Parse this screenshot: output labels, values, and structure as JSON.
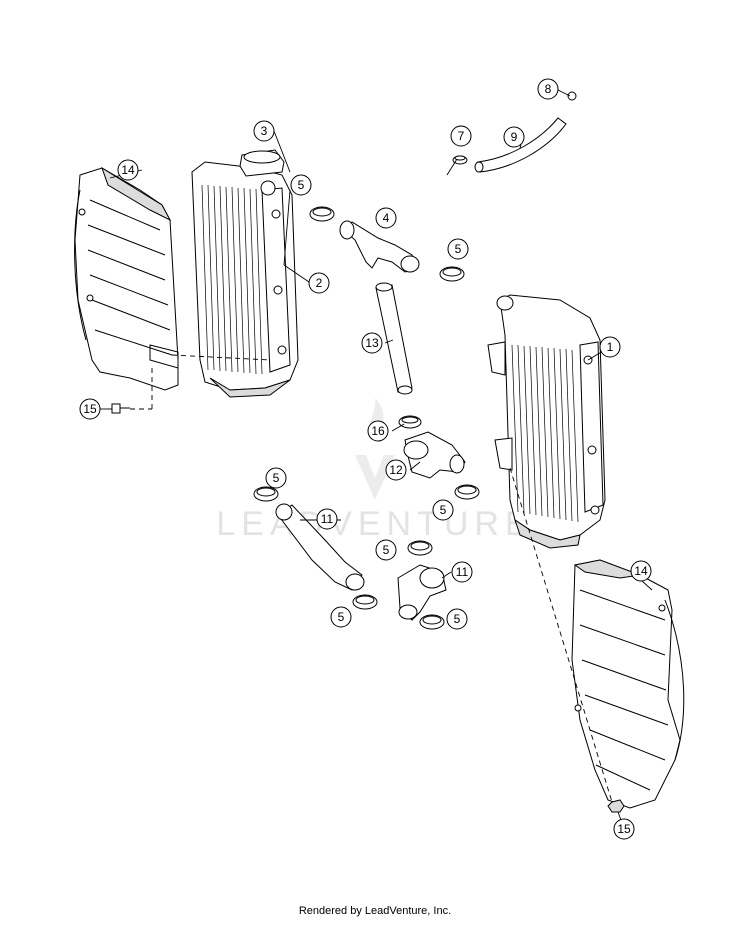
{
  "watermark": {
    "text": "LEADVENTURE"
  },
  "footer": {
    "text": "Rendered by LeadVenture, Inc."
  },
  "callouts": {
    "c1": "1",
    "c2": "2",
    "c3": "3",
    "c4": "4",
    "c5a": "5",
    "c5b": "5",
    "c5c": "5",
    "c5d": "5",
    "c5e": "5",
    "c5f": "5",
    "c5g": "5",
    "c7": "7",
    "c8": "8",
    "c9": "9",
    "c11a": "11",
    "c11b": "11",
    "c12": "12",
    "c13": "13",
    "c14a": "14",
    "c14b": "14",
    "c15a": "15",
    "c15b": "15",
    "c16": "16"
  }
}
